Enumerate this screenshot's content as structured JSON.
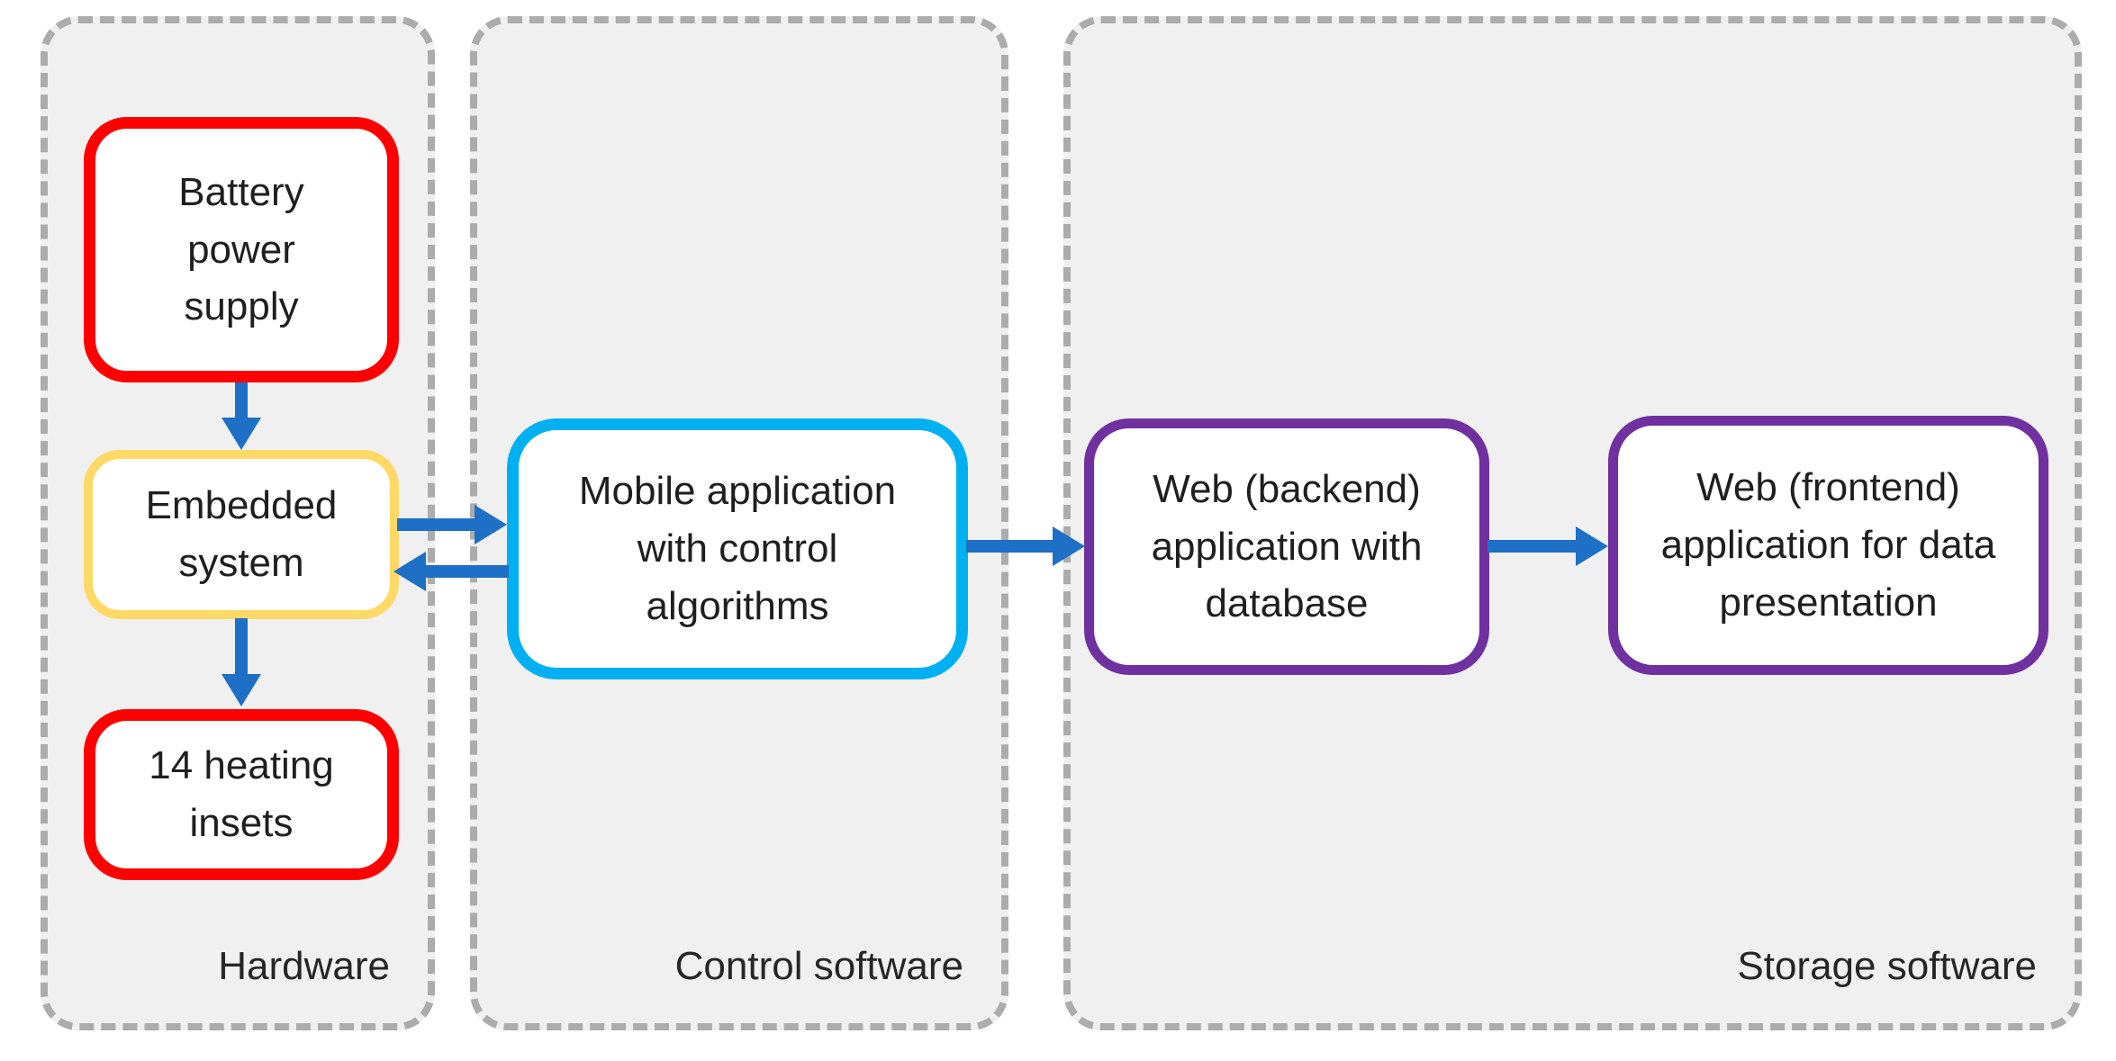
{
  "groups": {
    "hardware": {
      "label": "Hardware"
    },
    "control": {
      "label": "Control software"
    },
    "storage": {
      "label": "Storage software"
    }
  },
  "nodes": {
    "battery": {
      "label": "Battery power supply",
      "border_color": "#ff0000"
    },
    "embedded": {
      "label": "Embedded system",
      "border_color": "#ffd966"
    },
    "heating": {
      "label": "14 heating insets",
      "border_color": "#ff0000"
    },
    "mobile": {
      "label": "Mobile application with control algorithms",
      "border_color": "#00b0f0"
    },
    "backend": {
      "label": "Web (backend) application with database",
      "border_color": "#7030a0"
    },
    "frontend": {
      "label": "Web (frontend) application for data presentation",
      "border_color": "#7030a0"
    }
  },
  "edges": [
    {
      "from": "battery",
      "to": "embedded",
      "direction": "down"
    },
    {
      "from": "embedded",
      "to": "heating",
      "direction": "down"
    },
    {
      "from": "embedded",
      "to": "mobile",
      "direction": "right"
    },
    {
      "from": "mobile",
      "to": "embedded",
      "direction": "left"
    },
    {
      "from": "mobile",
      "to": "backend",
      "direction": "right"
    },
    {
      "from": "backend",
      "to": "frontend",
      "direction": "right"
    }
  ],
  "colors": {
    "arrow": "#1e6fc6",
    "group_fill": "#f0f0f0",
    "group_border": "#acacac",
    "node_fill": "#ffffff",
    "red": "#ff0000",
    "yellow": "#ffd966",
    "cyan": "#00b0f0",
    "purple": "#7030a0",
    "text": "#1f1f1f"
  }
}
